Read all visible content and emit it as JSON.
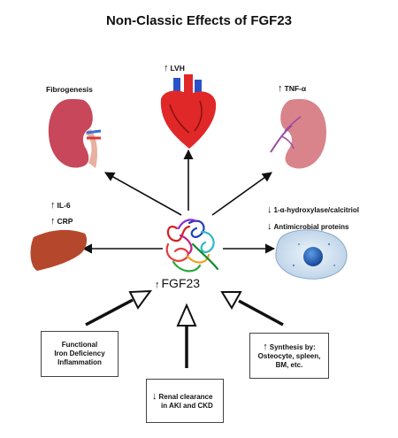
{
  "title": "Non-Classic Effects of FGF23",
  "center": {
    "label": "FGF23",
    "direction": "up"
  },
  "effects": {
    "lvh": {
      "label": "LVH",
      "direction": "up"
    },
    "fibrogenesis": {
      "label": "Fibrogenesis"
    },
    "tnf": {
      "label": "TNF-α",
      "direction": "up"
    },
    "il6": {
      "label": "IL-6",
      "direction": "up"
    },
    "crp": {
      "label": "CRP",
      "direction": "up"
    },
    "hydroxylase": {
      "label": "1-α-hydroxylase/calcitriol",
      "direction": "down"
    },
    "antimicrobial": {
      "label": "Antimicrobial proteins",
      "direction": "down"
    }
  },
  "inputs": {
    "left": {
      "lines": [
        "Functional",
        "Iron Deficiency",
        "Inflammation"
      ]
    },
    "bottom": {
      "direction": "down",
      "lines": [
        "Renal clearance",
        "in AKI and CKD"
      ]
    },
    "right": {
      "direction": "up",
      "lines": [
        "Synthesis by:",
        "Osteocyte, spleen,",
        "BM, etc."
      ]
    }
  },
  "colors": {
    "kidney": "#c8475a",
    "kidney_light": "#d9838a",
    "heart": "#e02828",
    "liver": "#b5482c",
    "macrophage": "#cfe2f3",
    "nucleus": "#1f5fbf"
  }
}
